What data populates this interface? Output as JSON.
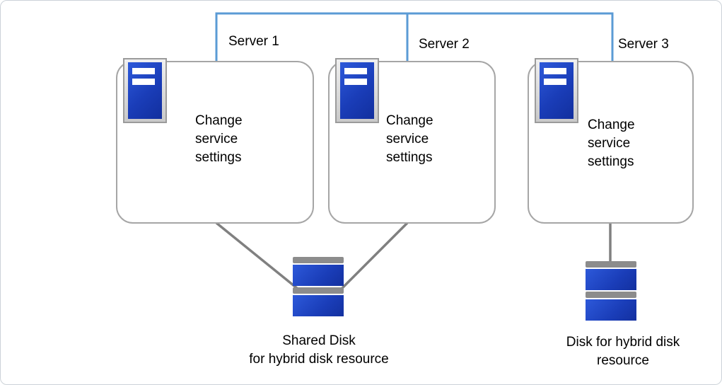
{
  "network": {
    "color": "#5b9bd5"
  },
  "colors": {
    "server_blue": "#1a3db8",
    "connector_gray": "#808080",
    "box_border": "#a6a6a6",
    "disk_bar_gray": "#8c8c8c"
  },
  "servers": [
    {
      "label": "Server 1",
      "text": "Change\nservice\nsettings"
    },
    {
      "label": "Server 2",
      "text": "Change\nservice\nsettings"
    },
    {
      "label": "Server 3",
      "text": "Change\nservice\nsettings"
    }
  ],
  "disks": {
    "shared": {
      "label": "Shared Disk\nfor hybrid disk resource"
    },
    "hybrid": {
      "label": "Disk for hybrid disk\nresource"
    }
  }
}
